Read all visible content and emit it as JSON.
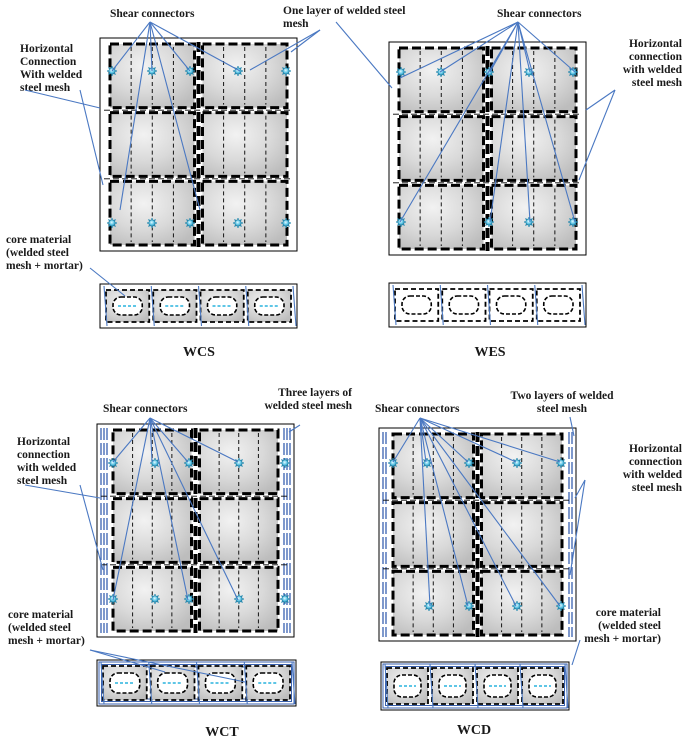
{
  "panels": [
    {
      "id": "wcs",
      "title": "WCS",
      "callouts": [
        {
          "name": "shear-connectors",
          "lines": [
            "Shear connectors"
          ]
        },
        {
          "name": "welded-mesh-layer",
          "lines": [
            "One layer of welded steel",
            "mesh"
          ]
        },
        {
          "name": "horizontal-connection",
          "lines": [
            "Horizontal",
            "Connection",
            "With welded",
            "steel mesh"
          ]
        },
        {
          "name": "core-material",
          "lines": [
            "core material",
            "(welded steel",
            "mesh + mortar)"
          ]
        }
      ]
    },
    {
      "id": "wes",
      "title": "WES",
      "callouts": [
        {
          "name": "shear-connectors",
          "lines": [
            "Shear connectors"
          ]
        },
        {
          "name": "horizontal-connection",
          "lines": [
            "Horizontal",
            "connection",
            "with welded",
            "steel mesh"
          ]
        }
      ]
    },
    {
      "id": "wct",
      "title": "WCT",
      "callouts": [
        {
          "name": "shear-connectors",
          "lines": [
            "Shear connectors"
          ]
        },
        {
          "name": "welded-mesh-layer",
          "lines": [
            "Three  layers of",
            "welded steel  mesh"
          ]
        },
        {
          "name": "horizontal-connection",
          "lines": [
            "Horizontal",
            "connection",
            "with welded",
            "steel mesh"
          ]
        },
        {
          "name": "core-material",
          "lines": [
            "core material",
            "(welded steel",
            "mesh + mortar)"
          ]
        }
      ]
    },
    {
      "id": "wcd",
      "title": "WCD",
      "callouts": [
        {
          "name": "shear-connectors",
          "lines": [
            "Shear connectors"
          ]
        },
        {
          "name": "welded-mesh-layer",
          "lines": [
            "Two layers of welded",
            "steel  mesh"
          ]
        },
        {
          "name": "horizontal-connection",
          "lines": [
            "Horizontal",
            "connection",
            "with welded",
            "steel mesh"
          ]
        },
        {
          "name": "core-material",
          "lines": [
            "core material",
            "(welded steel",
            "mesh + mortar)"
          ]
        }
      ]
    }
  ],
  "colors": {
    "leader": "#4a78c2",
    "mesh_outline": "#000000",
    "concrete": "#d7d7d7",
    "connector": "#5ec6e6",
    "mesh_layer": "#3a62b0"
  },
  "icons": {
    "shear_connector": "shear-connector-icon"
  }
}
